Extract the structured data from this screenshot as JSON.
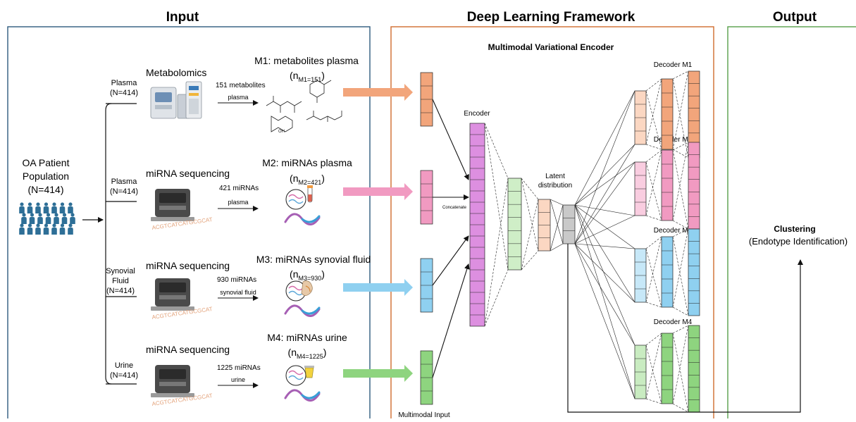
{
  "headers": {
    "input": "Input",
    "deep_learning": "Deep Learning Framework",
    "output": "Output"
  },
  "population": {
    "line1": "OA Patient",
    "line2": "Population",
    "line3": "(N=414)",
    "icon": "people-group-icon"
  },
  "branches": [
    {
      "id": "m1",
      "sample_lines": [
        "Plasma",
        "(N=414)"
      ],
      "method": "Metabolomics",
      "count_label": "151 metabolites",
      "source_label": "plasma",
      "modality_title": "M1: metabolites plasma",
      "n_base": "(n",
      "n_sub": "M1=151",
      "n_close": ")",
      "instrument_icon": "mass-spectrometer-icon",
      "result_icon": "chemical-structure-icon",
      "color": "#f2a57b",
      "light": "#fbd7c2"
    },
    {
      "id": "m2",
      "sample_lines": [
        "Plasma",
        "(N=414)"
      ],
      "method": "miRNA sequencing",
      "count_label": "421 miRNAs",
      "source_label": "plasma",
      "modality_title": "M2: miRNAs plasma",
      "n_base": "(n",
      "n_sub": "M2=421",
      "n_close": ")",
      "instrument_icon": "sequencer-icon",
      "result_icon": "mirna-blood-tube-icon",
      "color": "#f19ac1",
      "light": "#f9cde0"
    },
    {
      "id": "m3",
      "sample_lines": [
        "Synovial",
        "Fluid",
        "(N=414)"
      ],
      "method": "miRNA sequencing",
      "count_label": "930 miRNAs",
      "source_label": "synovial fluid",
      "modality_title": "M3: miRNAs synovial fluid",
      "n_base": "(n",
      "n_sub": "M3=930",
      "n_close": ")",
      "instrument_icon": "sequencer-icon",
      "result_icon": "mirna-knee-joint-icon",
      "color": "#8fd0f0",
      "light": "#c7e8f8"
    },
    {
      "id": "m4",
      "sample_lines": [
        "Urine",
        "(N=414)"
      ],
      "method": "miRNA sequencing",
      "count_label": "1225 miRNAs",
      "source_label": "urine",
      "modality_title": "M4: miRNAs urine",
      "n_base": "(n",
      "n_sub": "M4=1225",
      "n_close": ")",
      "instrument_icon": "sequencer-icon",
      "result_icon": "mirna-urine-cup-icon",
      "color": "#8ed47f",
      "light": "#c9ecc1"
    }
  ],
  "framework": {
    "title": "Multimodal Variational Encoder",
    "encoder_label": "Encoder",
    "concatenate_label": "Concatenate",
    "latent_line1": "Latent",
    "latent_line2": "distribution",
    "multimodal_input_label": "Multimodal Input",
    "decoder_labels": [
      "Decoder M1",
      "Decoder M2",
      "Decoder M3",
      "Decoder M4"
    ],
    "colors": {
      "encoder": "#dd8fe0",
      "hidden": "#cfeec7",
      "latent_mid": "#fbd7c2",
      "latent": "#c9c9c9"
    }
  },
  "output": {
    "title": "Clustering",
    "subtitle": "(Endotype Identification)"
  },
  "colors": {
    "input_frame": "#2d5a7e",
    "framework_frame": "#d06b2e",
    "output_frame": "#57a04a",
    "person": "#2e6f97"
  }
}
